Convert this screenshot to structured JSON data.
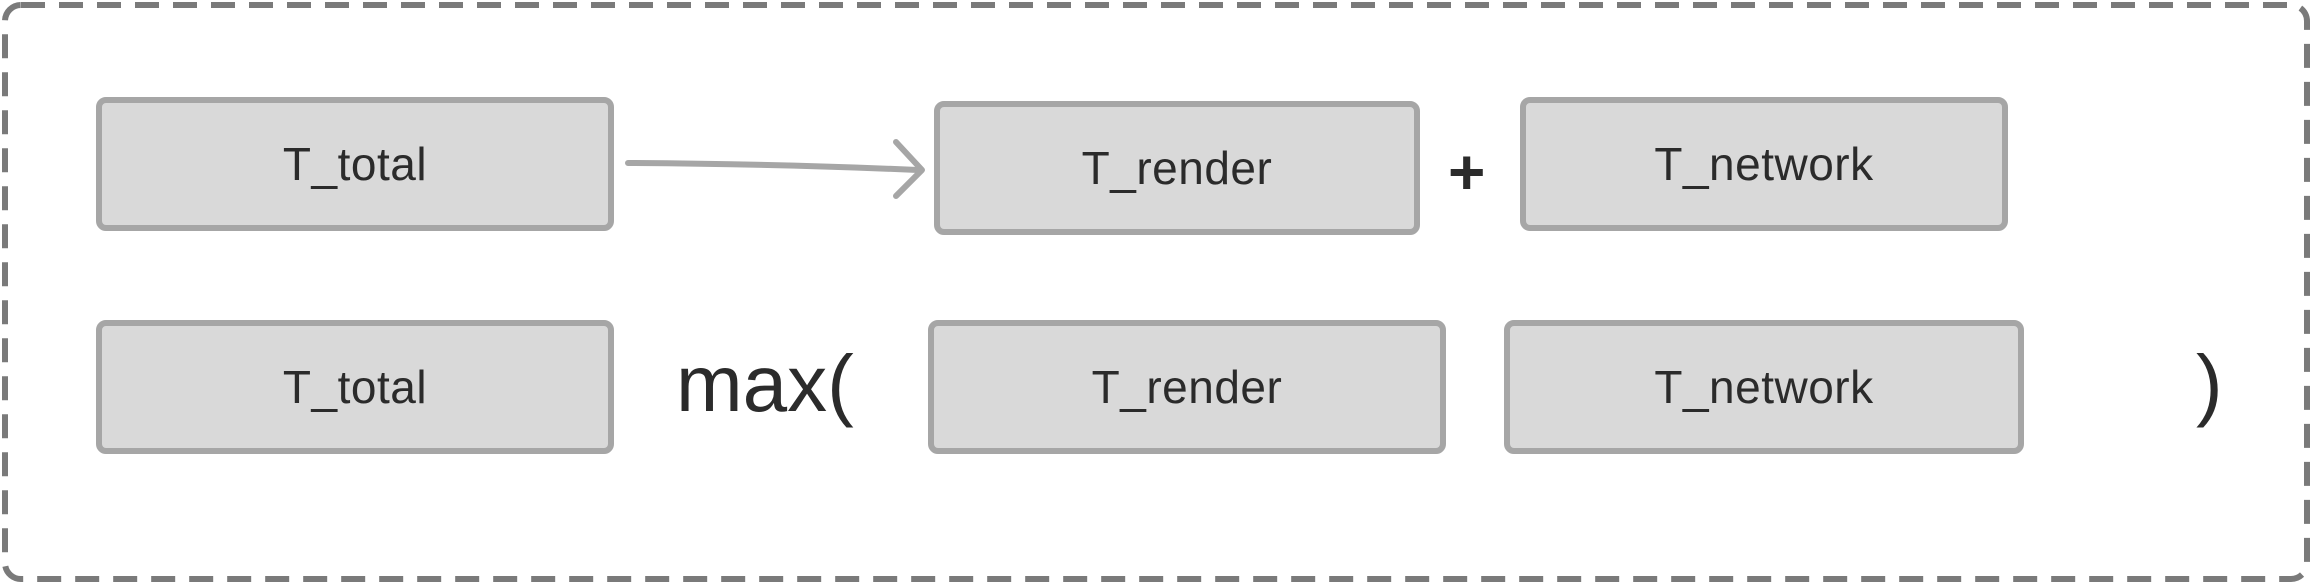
{
  "row1": {
    "left_box": "T_total",
    "middle_box": "T_render",
    "operator": "+",
    "right_box": "T_network"
  },
  "row2": {
    "left_box": "T_total",
    "function_open": "max(",
    "middle_box": "T_render",
    "right_box": "T_network",
    "function_close": ")"
  },
  "colors": {
    "box_fill": "#d9d9d9",
    "box_border": "#a6a6a6",
    "frame_dash": "#7a7a7a",
    "arrow": "#a6a6a6",
    "text": "#2b2b2b"
  }
}
